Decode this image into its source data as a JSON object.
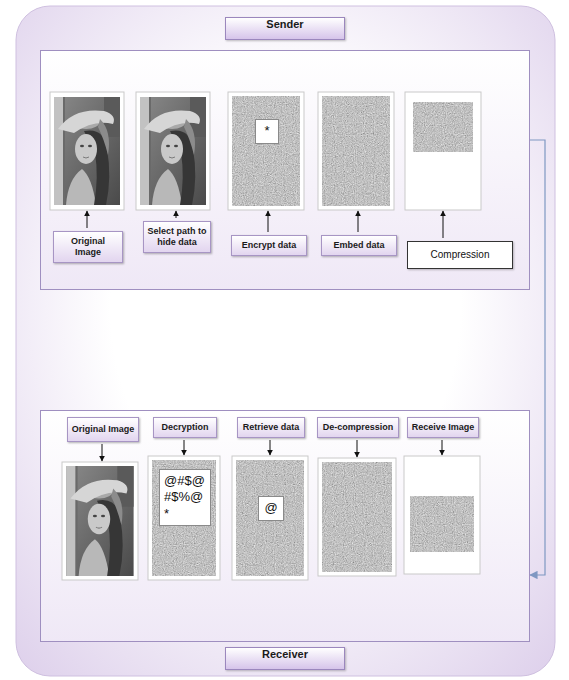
{
  "diagram": {
    "nodes": [
      {
        "text": [
          "Sender"
        ]
      },
      {
        "text": [
          "*"
        ],
        "in": 0
      },
      {
        "text": [
          "Original Image"
        ],
        "in": 0
      },
      {
        "text": [
          "Select path to hide data"
        ],
        "in": 0
      },
      {
        "text": [
          "Encrypt data"
        ],
        "in": 0
      },
      {
        "text": [
          "Embed data"
        ],
        "in": 0
      },
      {
        "text": [
          "Compression"
        ],
        "in": 0
      },
      {
        "text": [
          "Receiver"
        ]
      },
      {
        "text": [
          "Original Image"
        ],
        "in": 7
      },
      {
        "text": [
          "Decryption"
        ],
        "in": 7
      },
      {
        "text": [
          "Retrieve data"
        ],
        "in": 7
      },
      {
        "text": [
          "De-compression"
        ],
        "in": 7
      },
      {
        "text": [
          "Receive Image"
        ],
        "in": 7
      },
      {
        "text": [
          "@#$@ #$%@ *"
        ],
        "in": 7
      },
      {
        "text": [
          "@"
        ],
        "in": 7
      }
    ],
    "edges": [
      {
        "from": 0,
        "to": 7,
        "arrow": "to"
      }
    ]
  }
}
